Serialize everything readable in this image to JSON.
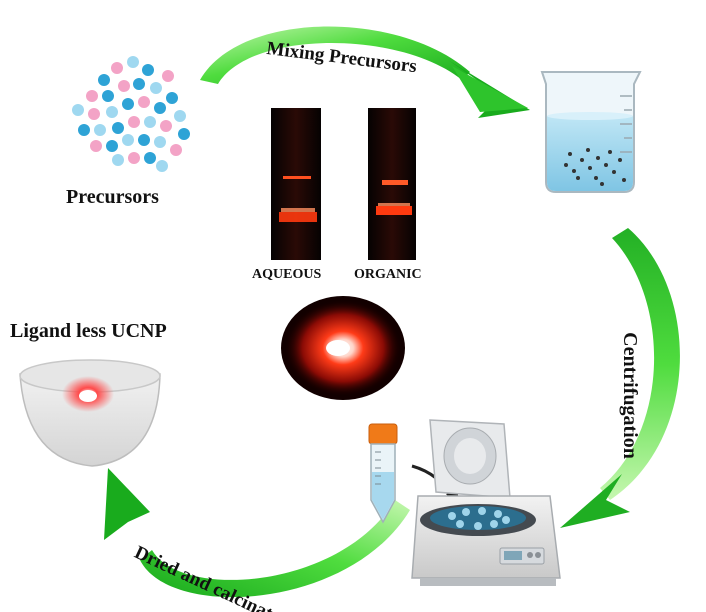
{
  "colors": {
    "arrow_light": "#b8f5a0",
    "arrow_mid": "#45d63a",
    "arrow_dark": "#18a81c",
    "particle_blue": "#2ea3d6",
    "particle_light_blue": "#9fd8f0",
    "particle_pink": "#f3a3c6",
    "glow_red": "#ff2a10",
    "water": "#8fcde8"
  },
  "labels": {
    "precursors": "Precursors",
    "mixing_precursors": "Mixing Precursors",
    "centrifugation": "Centrifugation",
    "dried_and_calcinated": "Dried and calcinated",
    "ligand_less_ucnp": "Ligand less UCNP",
    "aqueous": "AQUEOUS",
    "organic": "ORGANIC"
  },
  "icons": [
    "precursor-particles-icon",
    "beaker-icon",
    "centrifuge-tube-icon",
    "centrifuge-machine-icon",
    "bowl-icon",
    "aqueous-vial-icon",
    "organic-vial-icon",
    "red-luminescence-icon"
  ]
}
